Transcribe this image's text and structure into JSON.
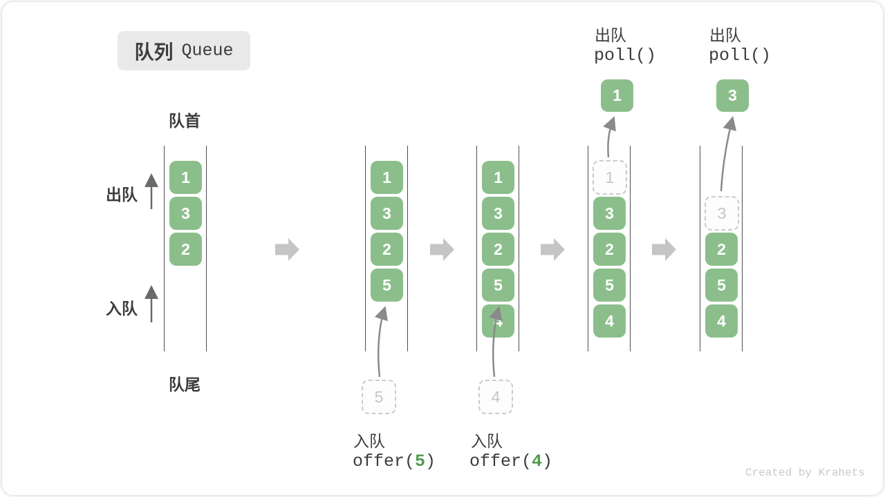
{
  "title": {
    "zh": "队列",
    "en": "Queue"
  },
  "labels": {
    "front": "队首",
    "rear": "队尾",
    "dequeue_side": "出队",
    "enqueue_side": "入队"
  },
  "states": [
    {
      "blocks": [
        "1",
        "3",
        "2"
      ]
    },
    {
      "blocks": [
        "1",
        "3",
        "2",
        "5"
      ],
      "incoming_value": "5",
      "op": {
        "zh": "入队",
        "code_pre": "offer(",
        "code_arg": "5",
        "code_post": ")"
      }
    },
    {
      "blocks": [
        "1",
        "3",
        "2",
        "5",
        "4"
      ],
      "incoming_value": "4",
      "op": {
        "zh": "入队",
        "code_pre": "offer(",
        "code_arg": "4",
        "code_post": ")"
      }
    },
    {
      "blocks": [
        "3",
        "2",
        "5",
        "4"
      ],
      "removed_value": "1",
      "popped_value": "1",
      "op": {
        "zh": "出队",
        "code": "poll()"
      }
    },
    {
      "blocks": [
        "2",
        "5",
        "4"
      ],
      "removed_value": "3",
      "popped_value": "3",
      "op": {
        "zh": "出队",
        "code": "poll()"
      }
    }
  ],
  "watermark": "Created by Krahets",
  "colors": {
    "block_green": "#8CBE8C",
    "code_arg_green": "#4E9D4E",
    "ghost_gray": "#C5C5C5",
    "transition_arrow_gray": "#C5C5C5",
    "thin_arrow_gray": "#8A8A8A",
    "side_arrow_gray": "#6A6A6A",
    "container_line": "#4D4D4D",
    "text_dark": "#3C3C3C",
    "badge_bg": "#E9E9E9",
    "watermark_gray": "#C9C9C9"
  }
}
